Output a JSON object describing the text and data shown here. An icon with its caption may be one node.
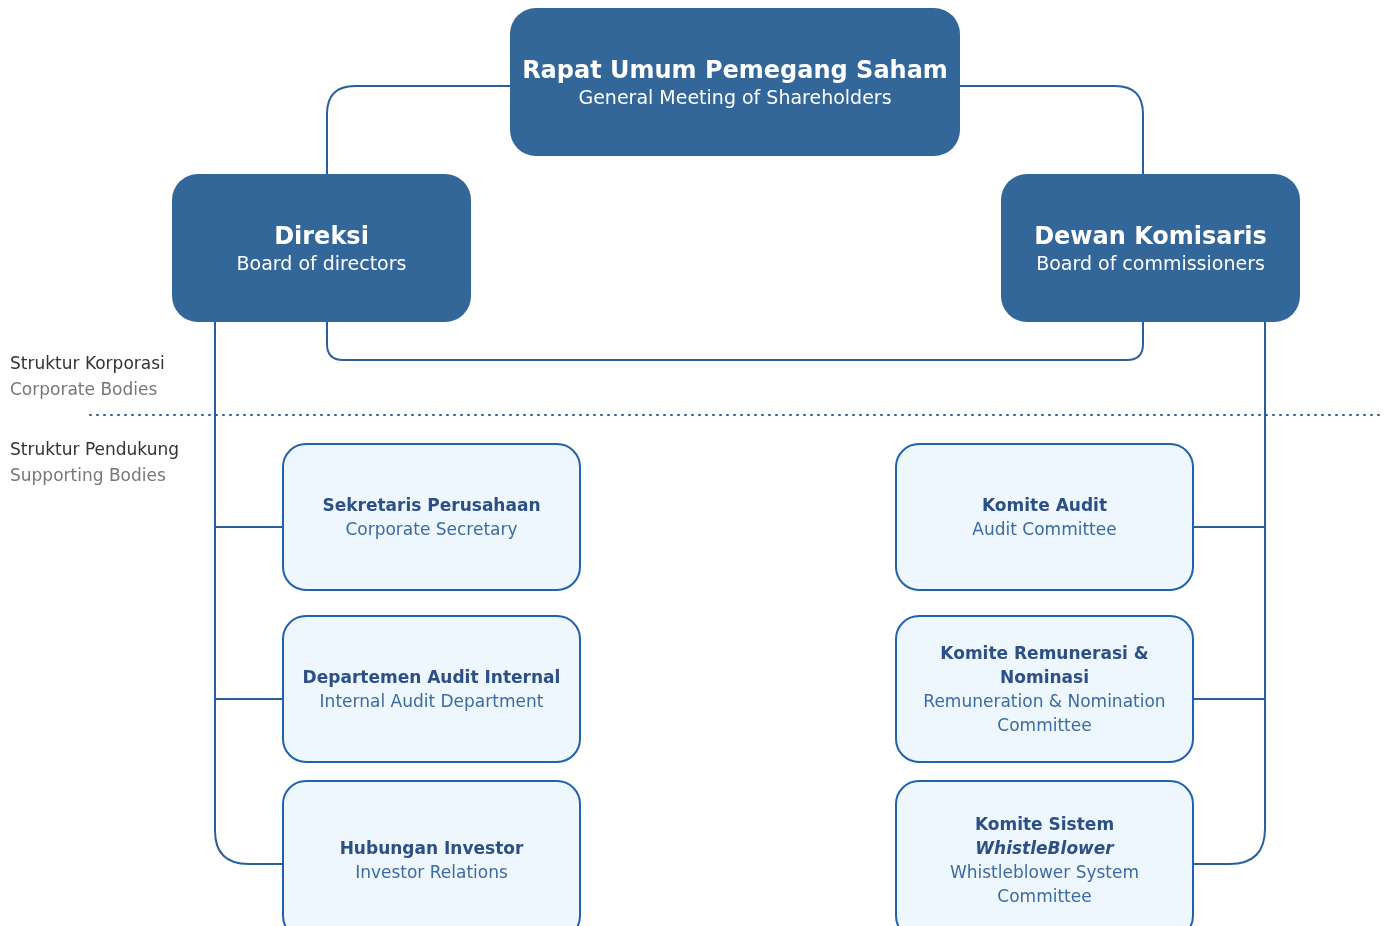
{
  "diagram": {
    "nodes": [
      {
        "text": [
          "Rapat Umum Pemegang Saham",
          "General Meeting of Shareholders"
        ]
      },
      {
        "text": [
          "Direksi",
          "Board of directors"
        ]
      },
      {
        "text": [
          "Dewan Komisaris",
          "Board of commissioners"
        ]
      },
      {
        "text": [
          "Sekretaris Perusahaan",
          "Corporate Secretary"
        ]
      },
      {
        "text": [
          "Departemen Audit Internal",
          "Internal Audit Department"
        ]
      },
      {
        "text": [
          "Hubungan Investor",
          "Investor Relations"
        ]
      },
      {
        "text": [
          "Komite Audit",
          "Audit Committee"
        ]
      },
      {
        "text": [
          "Komite Remunerasi & Nominasi",
          "Remuneration & Nomination Committee"
        ]
      },
      {
        "text": [
          "Komite Sistem *WhistleBlower*",
          "Whistleblower System Committee"
        ]
      }
    ],
    "edges": [
      {
        "from": 0,
        "to": 1,
        "arrow": "none"
      },
      {
        "from": 0,
        "to": 2,
        "arrow": "none"
      },
      {
        "from": 1,
        "to": 2,
        "arrow": "none"
      },
      {
        "from": 1,
        "to": 3,
        "arrow": "none"
      },
      {
        "from": 1,
        "to": 4,
        "arrow": "none"
      },
      {
        "from": 1,
        "to": 5,
        "arrow": "none"
      },
      {
        "from": 2,
        "to": 6,
        "arrow": "none"
      },
      {
        "from": 2,
        "to": 7,
        "arrow": "none"
      },
      {
        "from": 2,
        "to": 8,
        "arrow": "none"
      }
    ],
    "labels": [
      "Struktur Korporasi",
      "Corporate Bodies",
      "Struktur Pendukung",
      "Supporting Bodies"
    ]
  }
}
